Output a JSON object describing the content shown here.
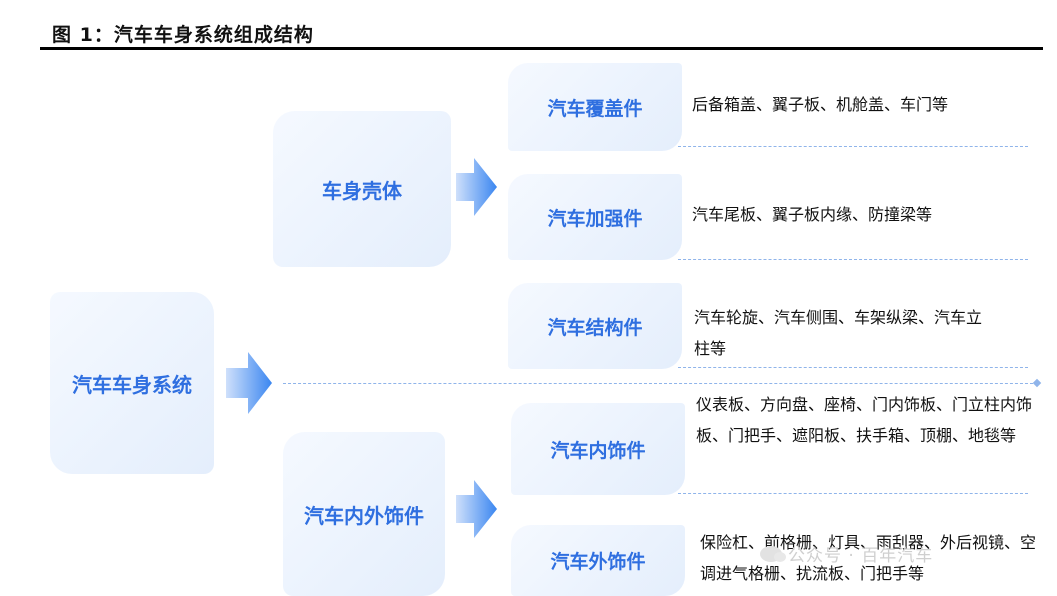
{
  "header": {
    "title": "图 1：汽车车身系统组成结构"
  },
  "diagram": {
    "root": "汽车车身系统",
    "branches": [
      {
        "label": "车身壳体",
        "children": [
          {
            "label": "汽车覆盖件",
            "desc": "后备箱盖、翼子板、机舱盖、车门等"
          },
          {
            "label": "汽车加强件",
            "desc": "汽车尾板、翼子板内缘、防撞梁等"
          },
          {
            "label": "汽车结构件",
            "desc": "汽车轮旋、汽车侧围、车架纵梁、汽车立柱等"
          }
        ]
      },
      {
        "label": "汽车内外饰件",
        "children": [
          {
            "label": "汽车内饰件",
            "desc": "仪表板、方向盘、座椅、门内饰板、门立柱内饰板、门把手、遮阳板、扶手箱、顶棚、地毯等"
          },
          {
            "label": "汽车外饰件",
            "desc": "保险杠、前格栅、灯具、雨刮器、外后视镜、空调进气格栅、扰流板、门把手等"
          }
        ]
      }
    ]
  },
  "watermark": {
    "text": "公众号 · 百年汽车"
  },
  "colors": {
    "box_text": "#2f6fe0",
    "box_fill": "#e4eefc",
    "dash_line": "#8fb4ea",
    "arrow": "#3a86f0"
  },
  "icons": [
    "chevron-right-arrow-icon",
    "wechat-icon"
  ]
}
